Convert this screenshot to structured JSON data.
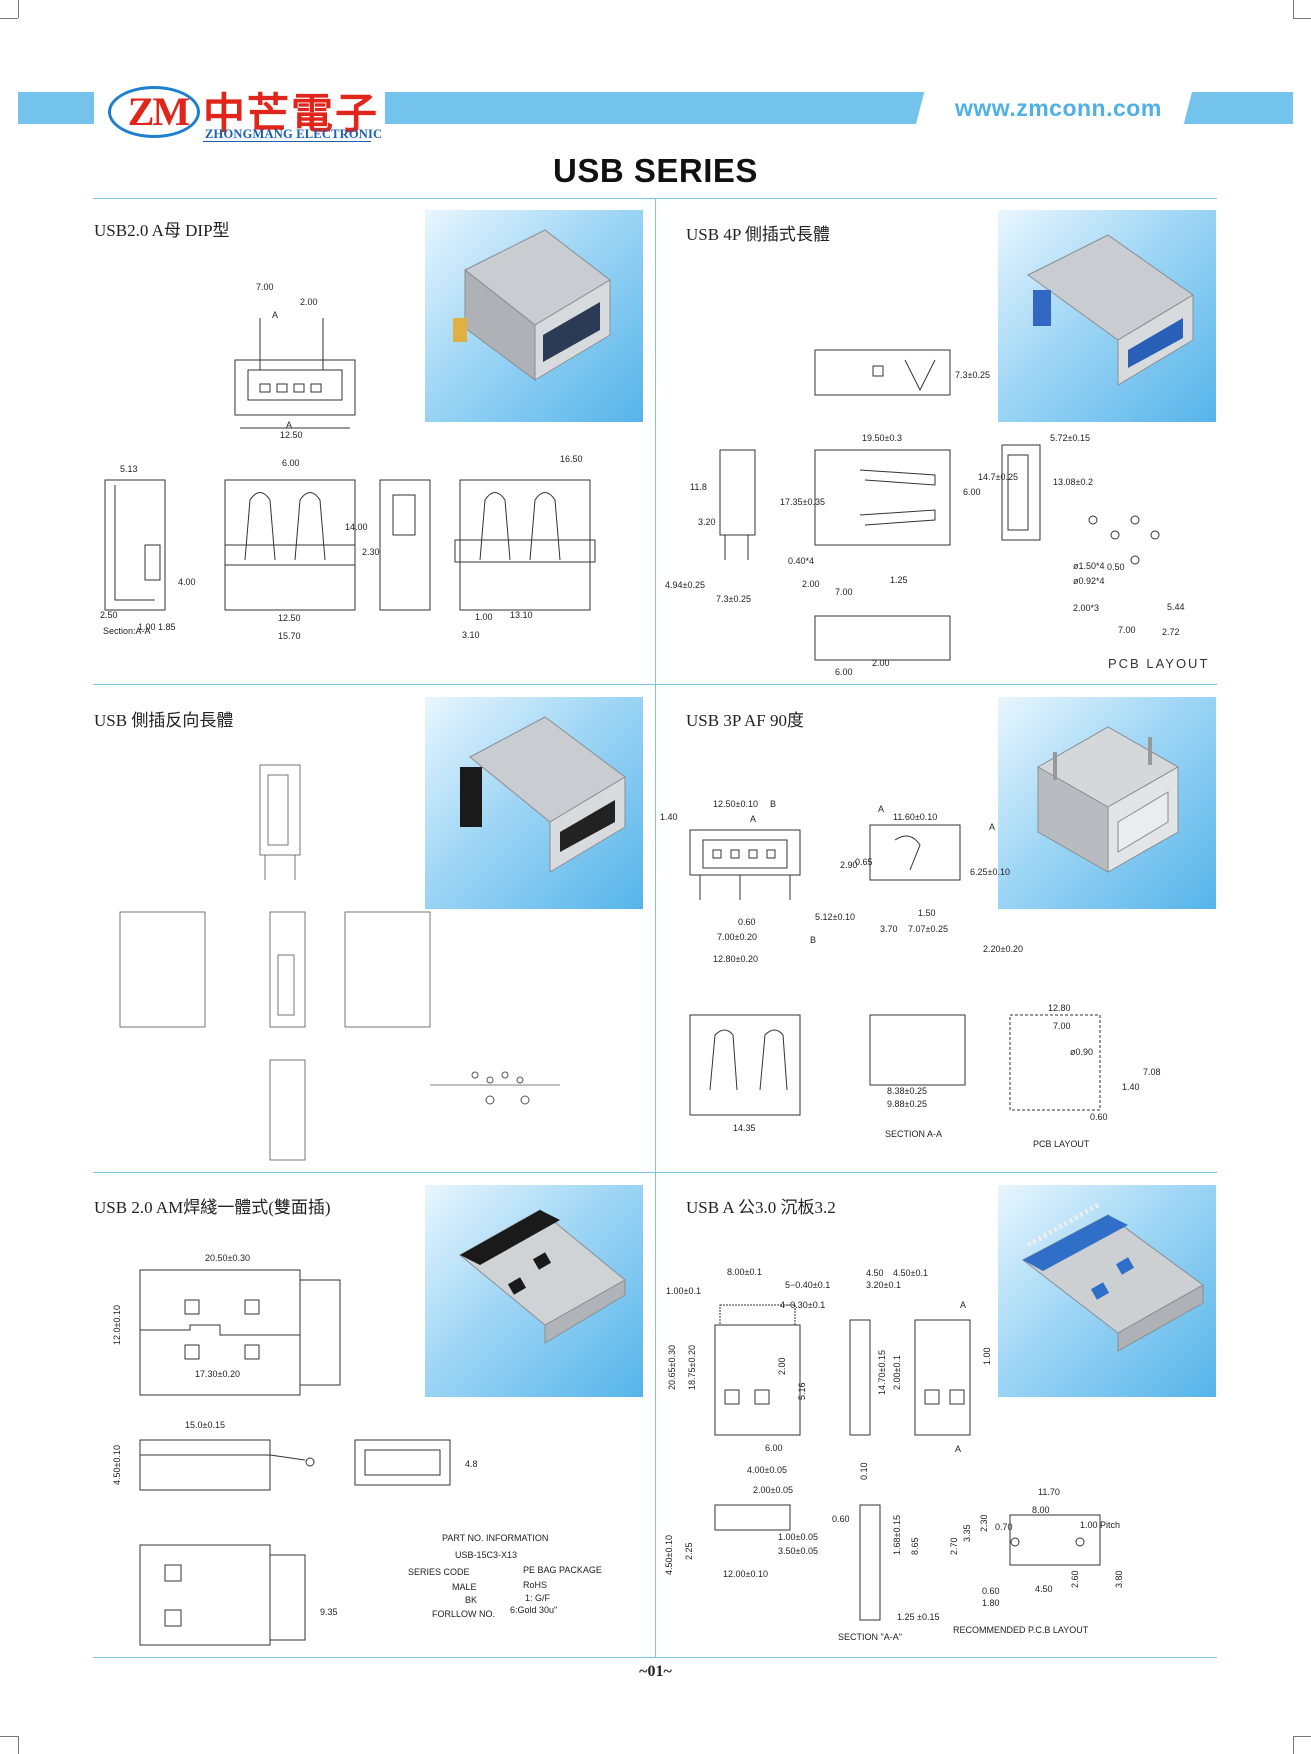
{
  "header": {
    "logo_letters": "ZM",
    "logo_chinese": "中芒電子",
    "logo_english": "ZHONGMANG ELECTRONIC",
    "website": "www.zmconn.com"
  },
  "page_title": "USB SERIES",
  "sections": [
    {
      "title": "USB2.0 A母 DIP型",
      "dims": [
        "7.00",
        "2.00",
        "A",
        "A",
        "12.50",
        "5.13",
        "6.00",
        "16.50",
        "4.00",
        "2.50",
        "1.00",
        "1.85",
        "Section:A-A",
        "12.50",
        "15.70",
        "2.30",
        "14.00",
        "1.00",
        "3.10",
        "13.10"
      ]
    },
    {
      "title": "USB 4P 側插式長體",
      "dims": [
        "7.3±0.25",
        "19.50±0.3",
        "5.72±0.15",
        "11.8",
        "3.20",
        "17.35±0.35",
        "6.00",
        "14.7±0.25",
        "13.08±0.2",
        "0.40*4",
        "4.94±0.25",
        "2.00",
        "7.00",
        "1.25",
        "7.3±0.25",
        "ø1.50*4",
        "ø0.92*4",
        "0.50",
        "2.00*3",
        "5.44",
        "7.00",
        "2.72",
        "6.00",
        "2.00"
      ],
      "pcb_label": "PCB LAYOUT"
    },
    {
      "title": "USB 側插反向長體",
      "dims": []
    },
    {
      "title": "USB 3P AF 90度",
      "dims": [
        "1.40",
        "12.50±0.10",
        "B",
        "A",
        "11.60±0.10",
        "A",
        "6.25±0.10",
        "A",
        "2.90",
        "0.65",
        "0.60",
        "5.12±0.10",
        "1.50",
        "7.00±0.20",
        "3.70",
        "7.07±0.25",
        "2.20±0.20",
        "B",
        "12.80±0.20",
        "12.80",
        "7.00",
        "ø0.90",
        "1.40",
        "7.08",
        "8.38±0.25",
        "9.88±0.25",
        "0.60",
        "14.35",
        "SECTION A-A",
        "PCB LAYOUT"
      ]
    },
    {
      "title": "USB 2.0 AM焊綫一體式(雙面插)",
      "dims": [
        "20.50±0.30",
        "12.0±0.10",
        "17.30±0.20",
        "15.0±0.15",
        "4.50±0.10",
        "4.8",
        "9.35"
      ],
      "part_info": {
        "heading": "PART NO. INFORMATION",
        "code": "USB-15C3-X13",
        "labels": [
          "SERIES CODE",
          "MALE",
          "BK",
          "FORLLOW NO.",
          "PE BAG PACKAGE",
          "RoHS",
          "1: G/F",
          "6:Gold 30u\""
        ]
      }
    },
    {
      "title": "USB A 公3.0 沉板3.2",
      "dims": [
        "8.00±0.1",
        "4.50",
        "4.50±0.1",
        "5−0.40±0.1",
        "1.00±0.1",
        "3.20±0.1",
        "A",
        "4−0.30±0.1",
        "20.65±0.30",
        "18.75±0.20",
        "2.00",
        "5.16",
        "14.70±0.15",
        "2.00±0.1",
        "1.00",
        "6.00",
        "A",
        "4.00±0.05",
        "0.10",
        "2.00±0.05",
        "11.70",
        "8.00",
        "0.60",
        "1.00 Pitch",
        "1.00±0.05",
        "3.50±0.05",
        "1.68±0.15",
        "8.65",
        "3.35",
        "2.30",
        "0.70",
        "2.70",
        "4.50±0.10",
        "2.25",
        "12.00±0.10",
        "0.60",
        "1.80",
        "4.50",
        "2.60",
        "3.80",
        "1.25 ±0.15",
        "SECTION \"A-A\"",
        "RECOMMENDED P.C.B LAYOUT"
      ]
    }
  ],
  "page_number": "~01~"
}
